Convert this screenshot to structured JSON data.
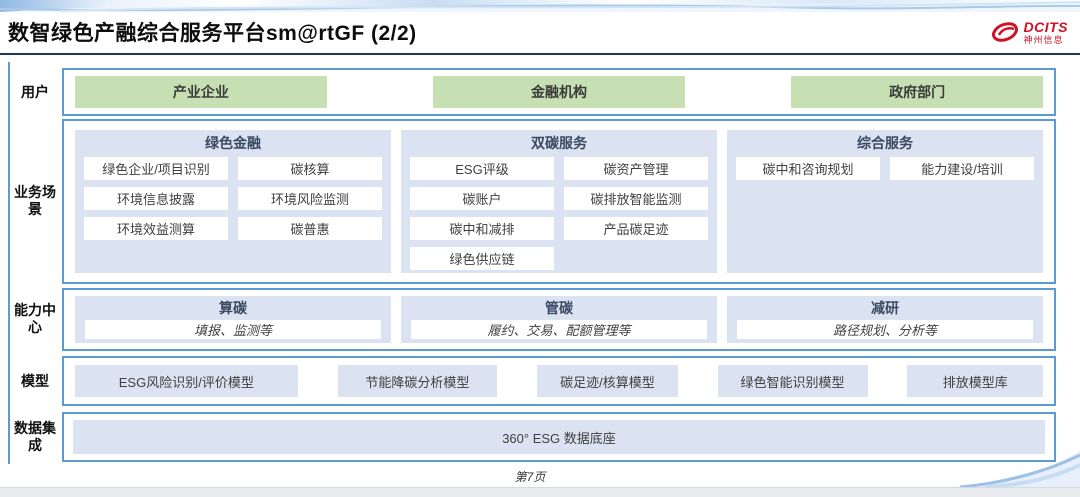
{
  "page": {
    "title": "数智绿色产融综合服务平台sm@rtGF (2/2)",
    "footer_page": "第7页"
  },
  "logo": {
    "brand": "DCITS",
    "company": "神州信息"
  },
  "rows": {
    "users": {
      "label": "用户",
      "items": [
        "产业企业",
        "金融机构",
        "政府部门"
      ]
    },
    "scenarios": {
      "label": "业务场景",
      "columns": [
        {
          "title": "绿色金融",
          "items": [
            "绿色企业/项目识别",
            "碳核算",
            "环境信息披露",
            "环境风险监测",
            "环境效益测算",
            "碳普惠"
          ]
        },
        {
          "title": "双碳服务",
          "items": [
            "ESG评级",
            "碳资产管理",
            "碳账户",
            "碳排放智能监测",
            "碳中和减排",
            "产品碳足迹",
            "绿色供应链"
          ]
        },
        {
          "title": "综合服务",
          "items": [
            "碳中和咨询规划",
            "能力建设/培训"
          ]
        }
      ]
    },
    "capabilities": {
      "label": "能力中心",
      "columns": [
        {
          "title": "算碳",
          "desc": "填报、监测等"
        },
        {
          "title": "管碳",
          "desc": "履约、交易、配额管理等"
        },
        {
          "title": "减研",
          "desc": "路径规划、分析等"
        }
      ]
    },
    "models": {
      "label": "模型",
      "items": [
        "ESG风险识别/评价模型",
        "节能降碳分析模型",
        "碳足迹/核算模型",
        "绿色智能识别模型",
        "排放模型库"
      ]
    },
    "data_integration": {
      "label": "数据集成",
      "items": [
        "360° ESG 数据底座"
      ]
    }
  },
  "colors": {
    "accent_blue_border": "#5b9bd5",
    "panel_lavender": "#dbe2f1",
    "user_green": "#c6e0b4",
    "brand_red": "#cf1126",
    "title_underline": "#1f3864"
  }
}
